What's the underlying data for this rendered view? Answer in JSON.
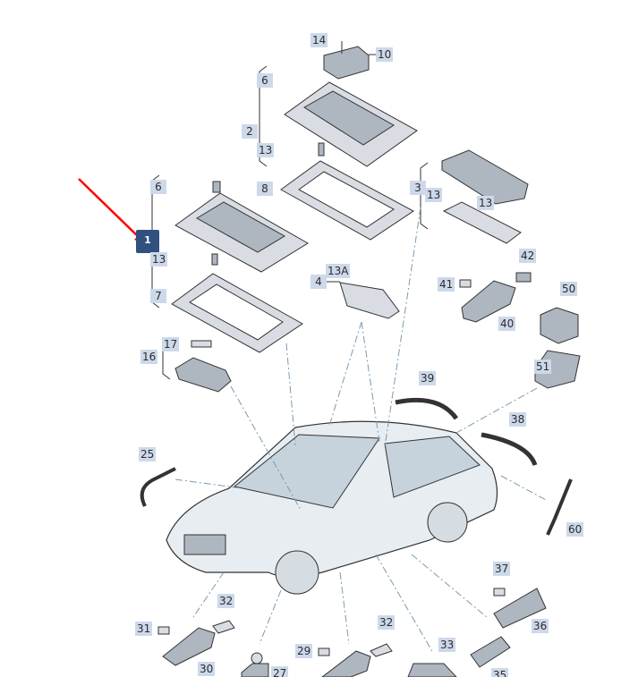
{
  "diagram": {
    "selected_label": "1",
    "accent_color": "#30507f",
    "arrow_color": "#ff0000",
    "labels": [
      "14",
      "10",
      "6",
      "2",
      "13",
      "8",
      "3",
      "13",
      "13",
      "6",
      "1",
      "13",
      "7",
      "4",
      "13A",
      "41",
      "42",
      "40",
      "50",
      "51",
      "17",
      "16",
      "39",
      "38",
      "25",
      "60",
      "37",
      "36",
      "32",
      "31",
      "30",
      "27",
      "29",
      "32",
      "33",
      "35"
    ]
  }
}
